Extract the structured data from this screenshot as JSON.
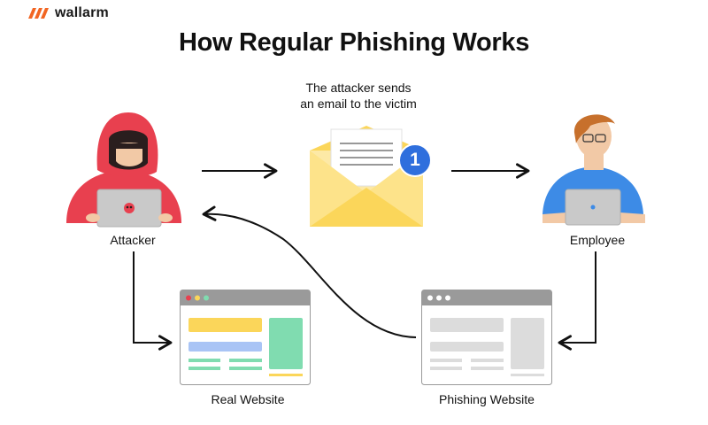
{
  "brand": {
    "name": "wallarm",
    "accent": "#f26522"
  },
  "title": "How Regular Phishing Works",
  "email": {
    "caption_line1": "The attacker sends",
    "caption_line2": "an email to the victim",
    "badge": "1"
  },
  "nodes": {
    "attacker": "Attacker",
    "employee": "Employee",
    "real_website": "Real Website",
    "phishing_website": "Phishing Website"
  },
  "colors": {
    "hoodie": "#e8404f",
    "envelope": "#fbd65a",
    "badge": "#2f6fdd",
    "shirt": "#3d8be6",
    "real_site_yellow": "#fbd65a",
    "real_site_blue": "#a9c4f5",
    "real_site_green": "#80dcb0",
    "phishing_site_gray": "#dcdcdc"
  }
}
